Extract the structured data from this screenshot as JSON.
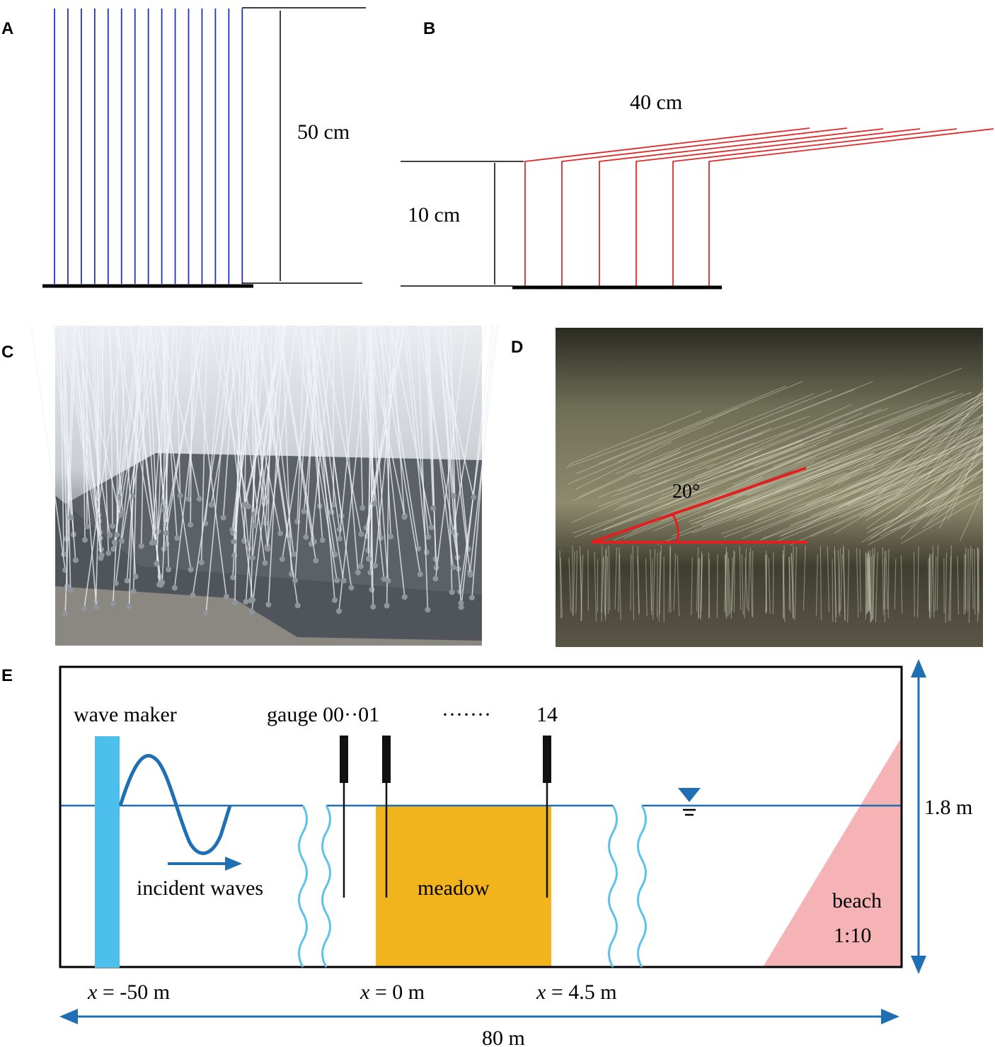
{
  "panels": {
    "a": {
      "letter": "A",
      "height_label": "50 cm",
      "stem_color": "#2233bb"
    },
    "b": {
      "letter": "B",
      "height_label": "10 cm",
      "length_label": "40 cm",
      "stem_color": "#e02a2a"
    },
    "c": {
      "letter": "C"
    },
    "d": {
      "letter": "D",
      "angle_label": "20°",
      "line_color": "#e41f1f"
    },
    "e": {
      "letter": "E",
      "wave_maker_label": "wave maker",
      "gauge_label": "gauge 00",
      "gauge_sep": "··",
      "gauge_01": "01",
      "gauge_dots": "·······",
      "gauge_14": "14",
      "incident_label": "incident waves",
      "meadow_label": "meadow",
      "beach_label": "beach",
      "beach_slope": "1:10",
      "height_label": "1.8 m",
      "length_label": "80 m",
      "x_var": "x",
      "pos_1": " = -50 m",
      "pos_2": " = 0 m",
      "pos_3": " = 4.5 m",
      "colors": {
        "flume_blue": "#1f6fb4",
        "wave_maker": "#4dbfed",
        "wavy_break": "#5ec3ea",
        "meadow": "#f2b41c",
        "beach": "#f6b3b5"
      }
    }
  }
}
